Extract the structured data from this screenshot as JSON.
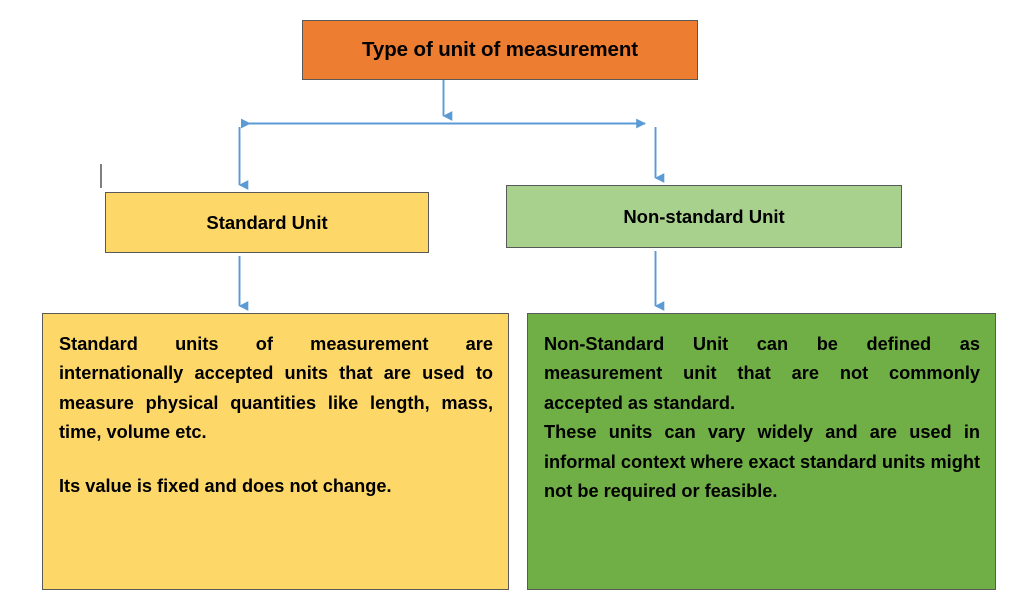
{
  "diagram": {
    "title_box": {
      "label": "Type of unit of measurement",
      "color": "#ED7D31"
    },
    "branches": [
      {
        "label": "Standard Unit",
        "color": "#FDD868",
        "description_color": "#FDD868",
        "description": [
          "Standard units of measurement are internationally accepted units that are used to measure physical quantities like length, mass, time, volume etc.",
          "Its value is fixed and does not change."
        ]
      },
      {
        "label": "Non-standard Unit",
        "color": "#A9D18E",
        "description_color": "#6FAF46",
        "description": [
          "Non-Standard Unit can be defined as measurement unit that are not commonly accepted as standard.",
          "These units can vary widely and are used in informal context where exact standard units might not be required or feasible."
        ]
      }
    ],
    "connector_color": "#5B9BD5",
    "border_color": "#595959"
  }
}
